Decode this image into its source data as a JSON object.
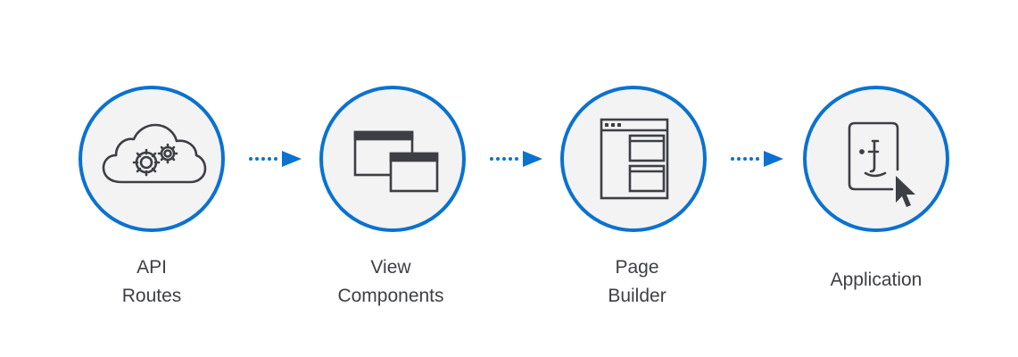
{
  "colors": {
    "accent": "#0a72d0",
    "circle_fill": "#f3f3f4",
    "icon_stroke": "#3d3f44",
    "label_text": "#3d3f44"
  },
  "steps": [
    {
      "icon": "cloud-gears-icon",
      "lines": [
        "API",
        "Routes"
      ]
    },
    {
      "icon": "windows-icon",
      "lines": [
        "View",
        "Components"
      ]
    },
    {
      "icon": "page-layout-icon",
      "lines": [
        "Page",
        "Builder"
      ]
    },
    {
      "icon": "app-cursor-icon",
      "lines": [
        "Application"
      ]
    }
  ],
  "arrows": [
    "dotted-arrow-icon",
    "dotted-arrow-icon",
    "dotted-arrow-icon"
  ]
}
